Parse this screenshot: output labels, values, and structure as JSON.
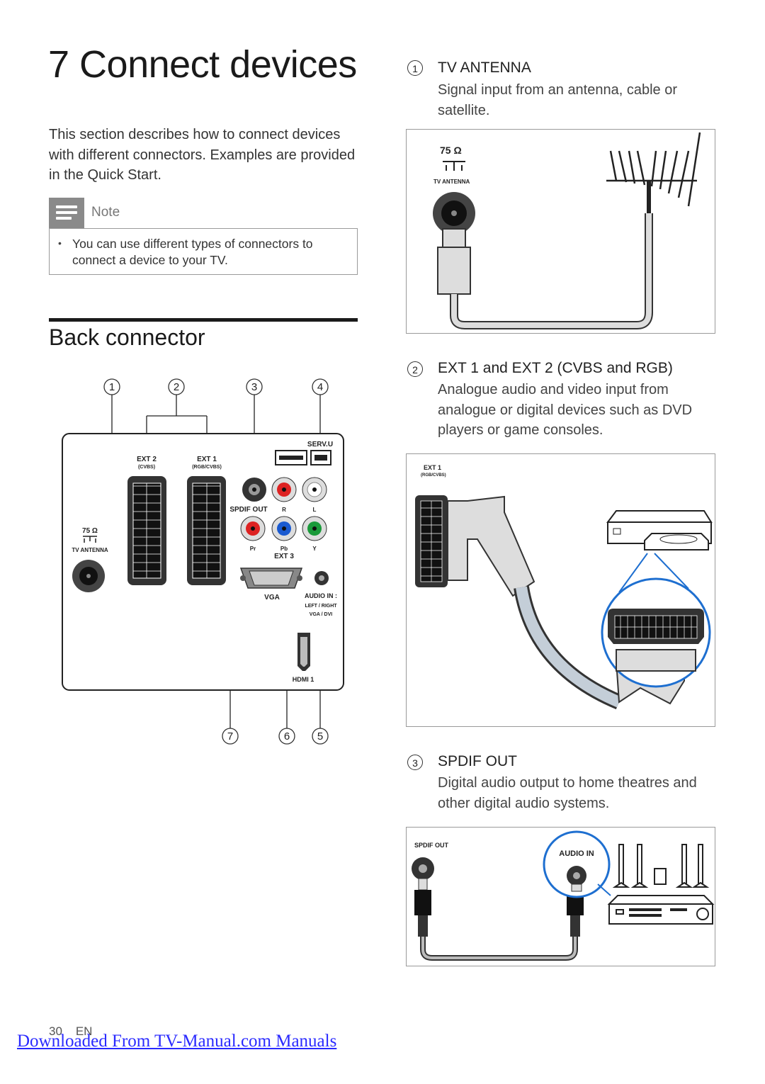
{
  "heading": "7  Connect devices",
  "intro": "This section describes how to connect devices with different connectors. Examples are provided in the Quick Start.",
  "note": {
    "label": "Note",
    "bullet": "•",
    "text": "You can use different types of connectors to connect a device to your TV."
  },
  "section_title": "Back connector",
  "panel": {
    "callouts_top": [
      "1",
      "2",
      "3",
      "4"
    ],
    "callouts_bottom": [
      "7",
      "6",
      "5"
    ],
    "labels": {
      "ext2": "EXT 2",
      "ext2_sub": "(CVBS)",
      "ext1": "EXT 1",
      "ext1_sub": "(RGB/CVBS)",
      "serv": "SERV.U",
      "spdif": "SPDIF OUT",
      "r": "R",
      "l": "L",
      "pr": "Pr",
      "pb": "Pb",
      "y": "Y",
      "ext3": "EXT 3",
      "ohm": "75 Ω",
      "tv_antenna": "TV ANTENNA",
      "vga": "VGA",
      "audio_in": "AUDIO IN :",
      "left_right": "LEFT / RIGHT",
      "vga_dvi": "VGA / DVI",
      "hdmi": "HDMI 1"
    }
  },
  "items": [
    {
      "num": "1",
      "title": "TV ANTENNA",
      "desc": "Signal input from an antenna, cable or satellite."
    },
    {
      "num": "2",
      "title": "EXT 1 and EXT 2 (CVBS and RGB)",
      "desc": "Analogue audio and video input from analogue or digital devices such as DVD players or game consoles."
    },
    {
      "num": "3",
      "title": "SPDIF OUT",
      "desc": "Digital audio output to home theatres and other digital audio systems."
    }
  ],
  "fig1": {
    "ohm": "75 Ω",
    "label": "TV ANTENNA"
  },
  "fig2": {
    "label": "EXT 1",
    "sub": "(RGB/CVBS)"
  },
  "fig3": {
    "left": "SPDIF OUT",
    "right": "AUDIO IN"
  },
  "footer": {
    "page": "30",
    "lang": "EN",
    "link": "Downloaded From TV-Manual.com Manuals"
  },
  "colors": {
    "link": "#2a2aff",
    "callout_blue": "#1e6fd0",
    "red": "#d22",
    "green": "#1a9a3a",
    "blue": "#1a5ad0"
  }
}
